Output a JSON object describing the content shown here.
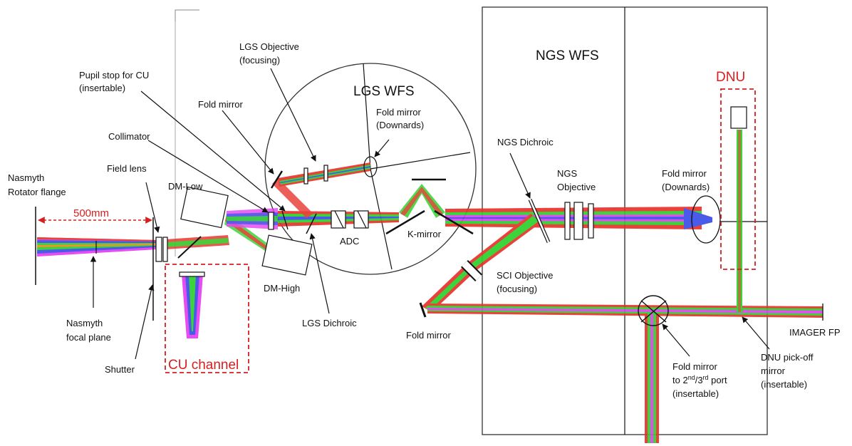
{
  "colors": {
    "accent_red": "#d42020",
    "beam_red": "#e8322a",
    "beam_green": "#2bd12b",
    "beam_magenta": "#e43cf0",
    "beam_blue": "#3a4ce8",
    "beam_orange": "#f08a1a"
  },
  "labels": {
    "nasmyth_rotator_flange": [
      "Nasmyth",
      "Rotator flange"
    ],
    "distance_500mm": "500mm",
    "field_lens": "Field lens",
    "dm_low": "DM-Low",
    "collimator": "Collimator",
    "pupil_stop": [
      "Pupil stop for CU",
      "(insertable)"
    ],
    "fold_mirror_lgs": "Fold mirror",
    "lgs_objective": [
      "LGS Objective",
      "(focusing)"
    ],
    "lgs_wfs": "LGS WFS",
    "fold_mirror_downwards_lgs": [
      "Fold mirror",
      "(Downards)"
    ],
    "ngs_wfs": "NGS WFS",
    "dnu": "DNU",
    "ngs_dichroic": "NGS Dichroic",
    "ngs_objective": [
      "NGS",
      "Objective"
    ],
    "fold_mirror_downwards_ngs": [
      "Fold mirror",
      "(Downards)"
    ],
    "adc": "ADC",
    "k_mirror": "K-mirror",
    "sci_objective": [
      "SCI Objective",
      "(focusing)"
    ],
    "dm_high": "DM-High",
    "lgs_dichroic": "LGS Dichroic",
    "fold_mirror_sci": "Fold mirror",
    "nasmyth_focal_plane": [
      "Nasmyth",
      "focal plane"
    ],
    "shutter": "Shutter",
    "cu_channel": "CU channel",
    "fold_mirror_port": [
      "Fold mirror",
      "to 2",
      "nd",
      "/3",
      "rd",
      " port",
      "(insertable)"
    ],
    "dnu_pickoff": [
      "DNU pick-off",
      "mirror",
      "(insertable)"
    ],
    "imager_fp": "IMAGER FP"
  }
}
